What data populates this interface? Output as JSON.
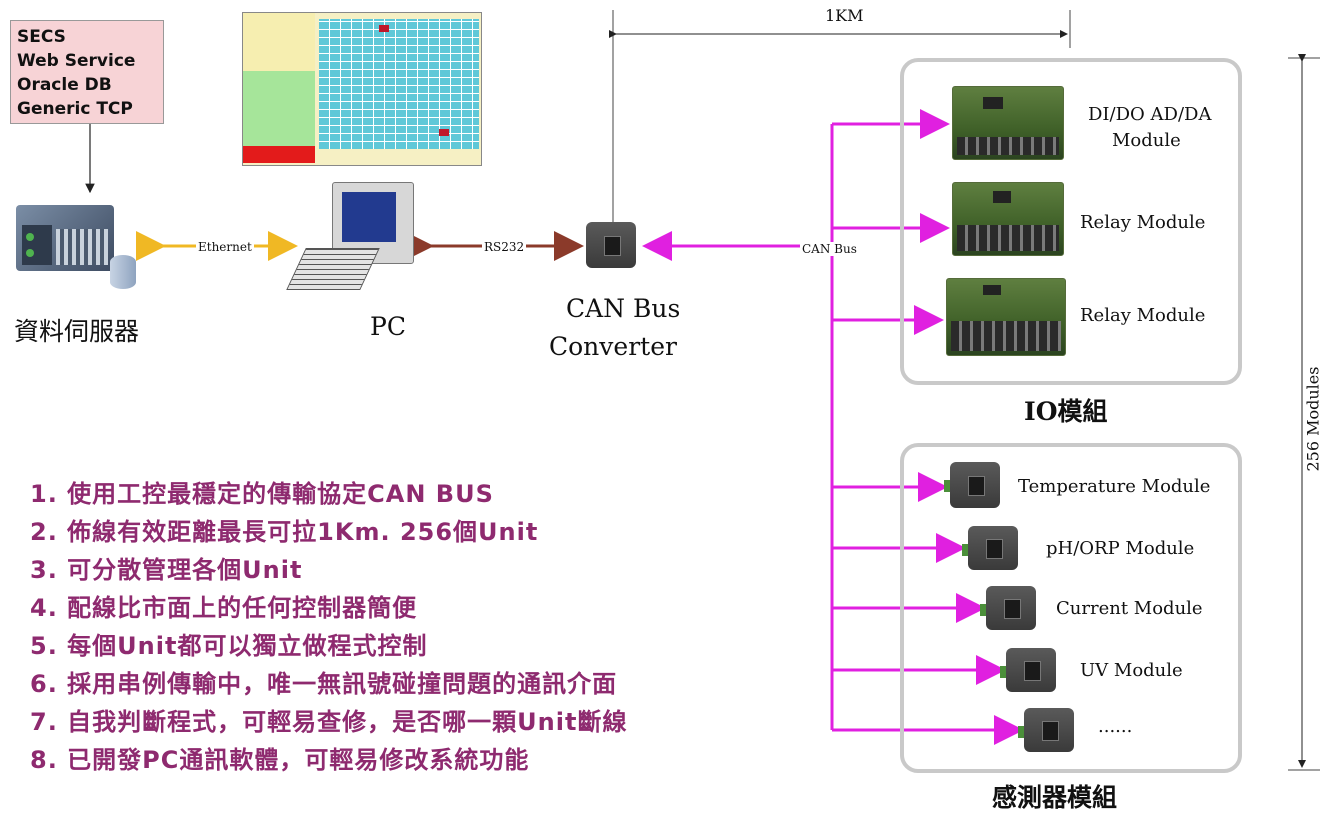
{
  "protocols": [
    "SECS",
    "Web Service",
    "Oracle DB",
    "Generic TCP"
  ],
  "nodes": {
    "server": "資料伺服器",
    "pc": "PC",
    "converter_line1": "CAN Bus",
    "converter_line2": "Converter"
  },
  "links": {
    "ethernet": "Ethernet",
    "rs232": "RS232",
    "canbus": "CAN Bus",
    "distance": "1KM",
    "module_count": "256 Modules"
  },
  "io_group": {
    "title": "IO模組",
    "modules": [
      {
        "line1": "DI/DO AD/DA",
        "line2": "Module"
      },
      {
        "line1": "Relay Module",
        "line2": ""
      },
      {
        "line1": "Relay Module",
        "line2": ""
      }
    ]
  },
  "sensor_group": {
    "title": "感測器模組",
    "modules": [
      "Temperature Module",
      "pH/ORP Module",
      "Current Module",
      "UV Module",
      "......"
    ]
  },
  "features": [
    "1. 使用工控最穩定的傳輸協定CAN BUS",
    "2. 佈線有效距離最長可拉1Km. 256個Unit",
    "3. 可分散管理各個Unit",
    "4. 配線比市面上的任何控制器簡便",
    "5. 每個Unit都可以獨立做程式控制",
    "6. 採用串例傳輸中，唯一無訊號碰撞問題的通訊介面",
    "7. 自我判斷程式，可輕易查修，是否哪一顆Unit斷線",
    "8. 已開發PC通訊軟體，可輕易修改系統功能"
  ],
  "colors": {
    "ethernet": "#f0b824",
    "rs232": "#8b3a2a",
    "canbus": "#e020e0",
    "list_text": "#8e2a6f",
    "proto_box": "#f7d3d6"
  }
}
